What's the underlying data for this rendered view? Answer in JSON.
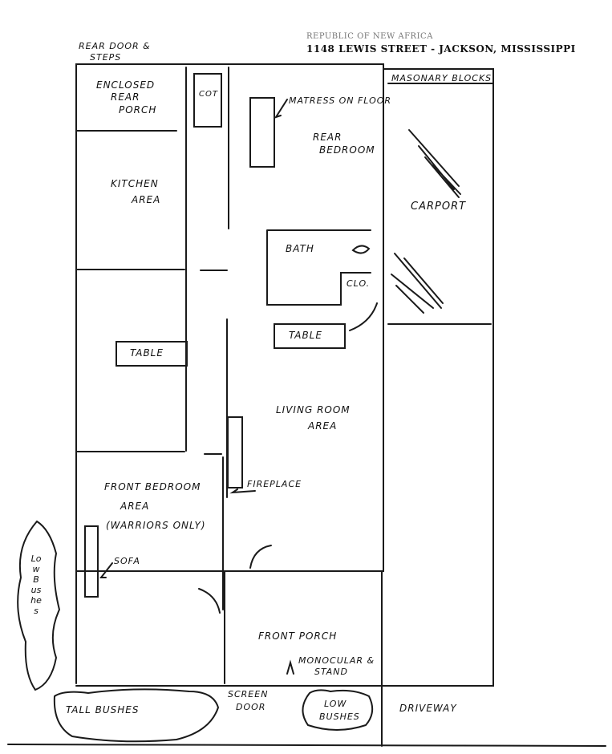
{
  "header": {
    "line1": "REPUBLIC OF NEW AFRICA",
    "line2": "1148 LEWIS STREET - JACKSON, MISSISSIPPI"
  },
  "labels": {
    "rear_door": "Rear Door &",
    "rear_door_2": "Steps",
    "enclosed_porch_1": "Enclosed",
    "enclosed_porch_2": "Rear",
    "enclosed_porch_3": "Porch",
    "cot": "Cot",
    "matress": "Matress on Floor",
    "rear_bedroom_1": "Rear",
    "rear_bedroom_2": "Bedroom",
    "masonary": "Masonary Blocks",
    "kitchen_1": "Kitchen",
    "kitchen_2": "Area",
    "carport": "Carport",
    "bath": "Bath",
    "clo": "Clo.",
    "table_right": "Table",
    "table_left": "Table",
    "living_1": "Living Room",
    "living_2": "Area",
    "fireplace": "Fireplace",
    "front_bedroom_1": "Front Bedroom",
    "front_bedroom_2": "Area",
    "front_bedroom_3": "(Warriors Only)",
    "sofa": "Sofa",
    "low_bushes_side": "Low Bushes",
    "front_porch": "Front Porch",
    "monocular_1": "Monocular &",
    "monocular_2": "Stand",
    "screen_door_1": "Screen",
    "screen_door_2": "Door",
    "tall_bushes": "Tall Bushes",
    "low_bushes_1": "Low",
    "low_bushes_2": "Bushes",
    "driveway": "Driveway"
  }
}
